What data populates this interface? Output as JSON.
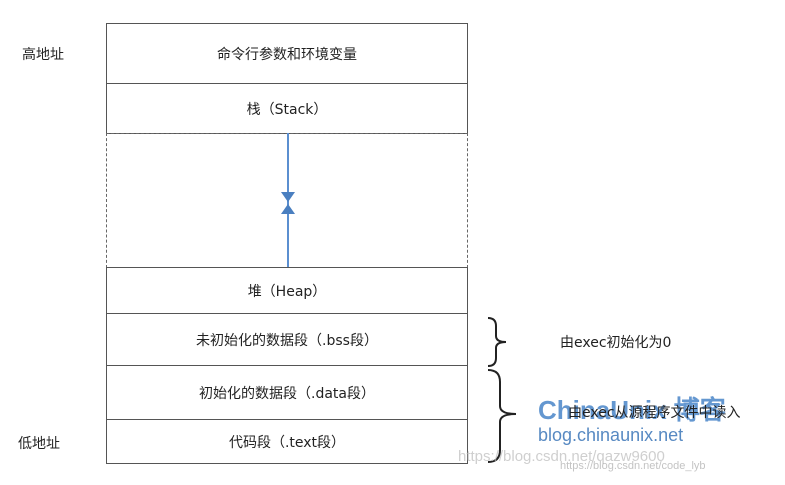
{
  "labels": {
    "high_address": "高地址",
    "low_address": "低地址"
  },
  "segments": {
    "env": "命令行参数和环境变量",
    "stack": "栈（Stack）",
    "heap": "堆（Heap）",
    "bss": "未初始化的数据段（.bss段）",
    "data": "初始化的数据段（.data段）",
    "text": "代码段（.text段）"
  },
  "notes": {
    "bss_note": "由exec初始化为0",
    "data_text_note": "由exec从源程序文件中读入"
  },
  "watermarks": {
    "logo": "ChinaUnix 博客",
    "site": "blog.chinaunix.net",
    "csdn": "https://blog.csdn.net/qazw9600",
    "csdn2": "https://blog.csdn.net/code_lyb"
  },
  "colors": {
    "arrow": "#5b8fd0",
    "border": "#555555"
  }
}
